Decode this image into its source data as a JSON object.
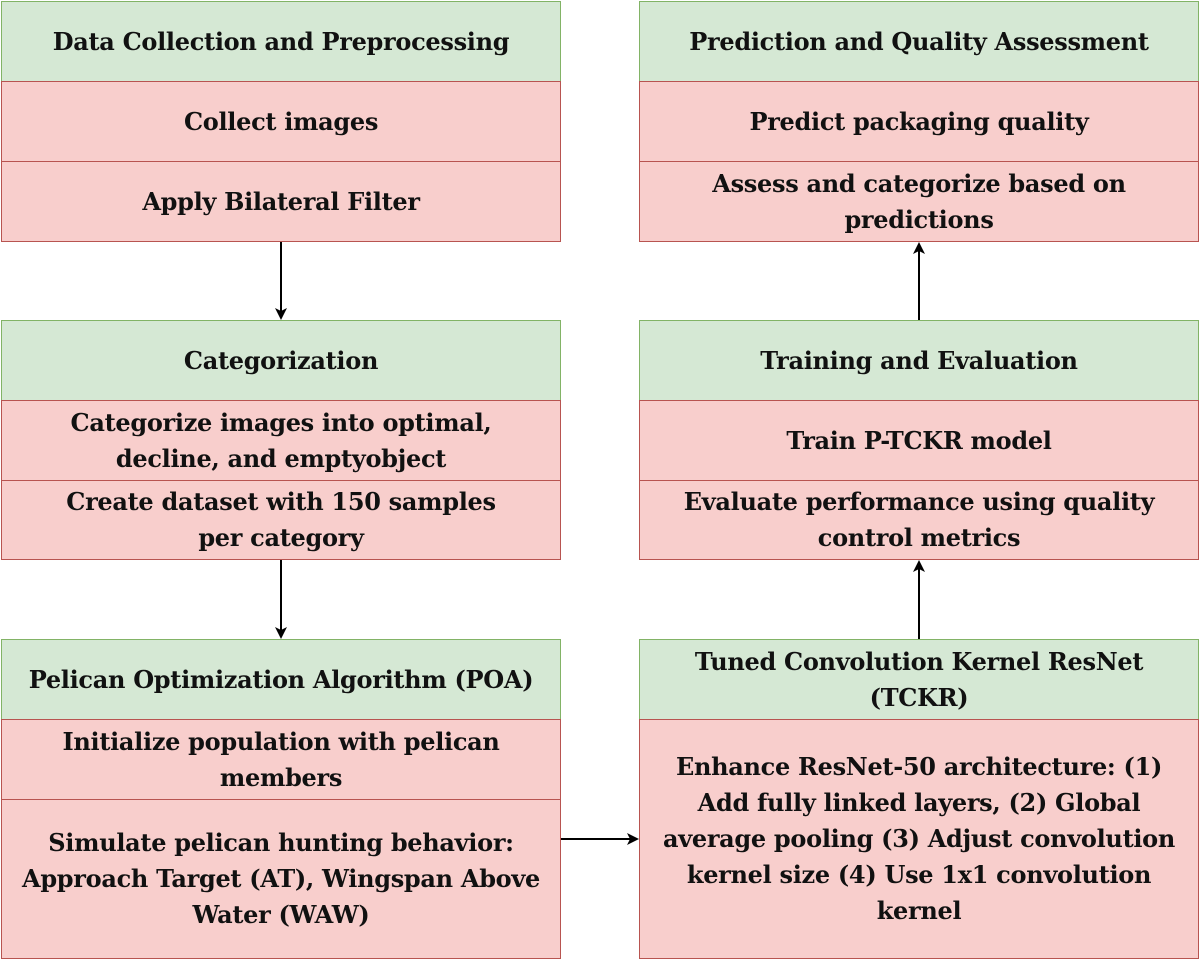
{
  "colors": {
    "header_fill": "#d5e8d4",
    "header_border": "#82b366",
    "item_fill": "#f8cecc",
    "item_border": "#b85450",
    "arrow": "#000000"
  },
  "data_collection": {
    "title": "Data Collection and Preprocessing",
    "items": [
      "Collect images",
      "Apply Bilateral Filter"
    ]
  },
  "categorization": {
    "title": "Categorization",
    "items": [
      "Categorize images into optimal, decline, and emptyobject",
      "Create dataset with 150 samples per category"
    ]
  },
  "poa": {
    "title": "Pelican Optimization Algorithm (POA)",
    "items": [
      "Initialize population with pelican members",
      "Simulate pelican hunting behavior: Approach Target (AT), Wingspan Above Water (WAW)"
    ]
  },
  "tckr": {
    "title": "Tuned Convolution Kernel ResNet (TCKR)",
    "items": [
      "Enhance ResNet-50 architecture: (1) Add fully linked layers, (2) Global average pooling (3) Adjust convolution kernel size (4) Use 1x1 convolution kernel"
    ]
  },
  "training": {
    "title": "Training and Evaluation",
    "items": [
      "Train P-TCKR model",
      "Evaluate performance using quality control metrics"
    ]
  },
  "prediction": {
    "title": "Prediction and Quality Assessment",
    "items": [
      "Predict packaging quality",
      "Assess and categorize based on predictions"
    ]
  }
}
